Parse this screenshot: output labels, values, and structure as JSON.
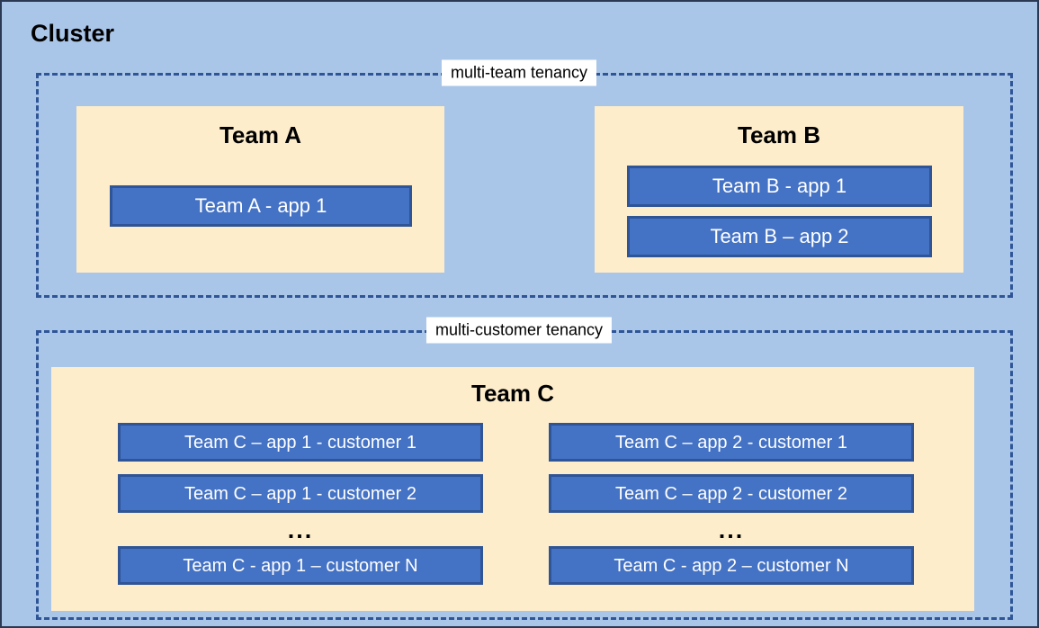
{
  "diagram": {
    "title": "Cluster",
    "background_color": "#A9C6E8",
    "team_box_color": "#FDEDCB",
    "app_box_color": "#4472C4",
    "app_box_border_color": "#2F5597",
    "dashed_border_color": "#2F5597"
  },
  "groups": [
    {
      "id": "multi-team",
      "label": "multi-team tenancy",
      "teams": [
        {
          "id": "team-a",
          "title": "Team A",
          "apps": [
            {
              "label": "Team A - app 1"
            }
          ]
        },
        {
          "id": "team-b",
          "title": "Team B",
          "apps": [
            {
              "label": "Team B - app 1"
            },
            {
              "label": "Team B – app 2"
            }
          ]
        }
      ]
    },
    {
      "id": "multi-customer",
      "label": "multi-customer tenancy",
      "teams": [
        {
          "id": "team-c",
          "title": "Team C",
          "columns": [
            {
              "id": "app-1",
              "items": [
                {
                  "label": "Team C – app 1 - customer 1"
                },
                {
                  "label": "Team C – app 1 - customer 2"
                },
                {
                  "label": "..."
                },
                {
                  "label": "Team C - app 1 – customer N"
                }
              ]
            },
            {
              "id": "app-2",
              "items": [
                {
                  "label": "Team C – app 2 - customer 1"
                },
                {
                  "label": "Team C – app 2 - customer 2"
                },
                {
                  "label": "..."
                },
                {
                  "label": "Team C - app 2 – customer N"
                }
              ]
            }
          ]
        }
      ]
    }
  ]
}
